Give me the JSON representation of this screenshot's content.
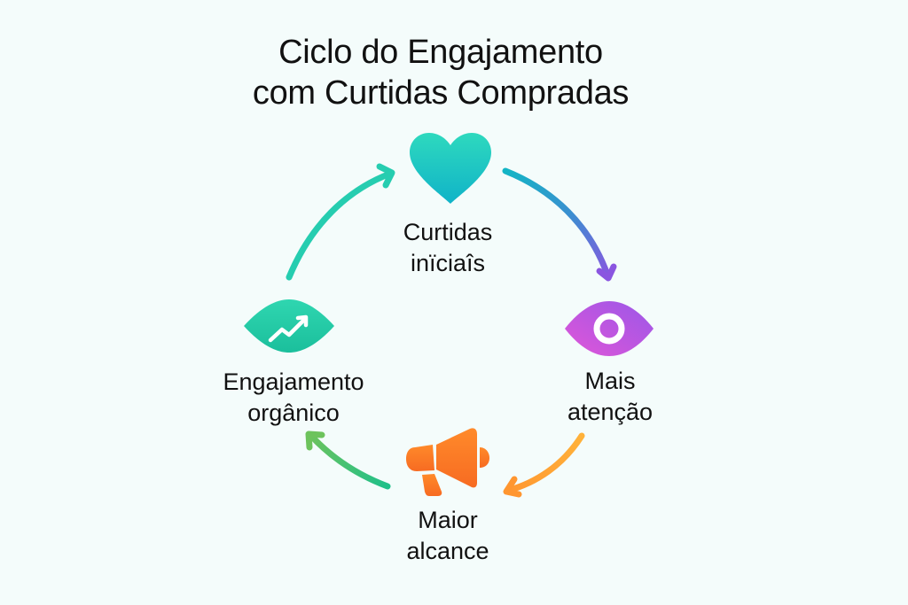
{
  "title": {
    "line1": "Ciclo do Engajamento",
    "line2": "com Curtidas Compradas"
  },
  "background_color": "#f4fcfb",
  "nodes": [
    {
      "id": "curtidas-iniciais",
      "icon": "heart-icon",
      "line1": "Curtidas",
      "line2": "inïciaîs",
      "color_start": "#2ed9be",
      "color_end": "#10b3c8"
    },
    {
      "id": "mais-atencao",
      "icon": "eye-icon",
      "line1": "Mais",
      "line2": "atenção",
      "color_start": "#e056d8",
      "color_end": "#9a57e8"
    },
    {
      "id": "maior-alcance",
      "icon": "megaphone-icon",
      "line1": "Maior",
      "line2": "alcance",
      "color_start": "#ff8a2a",
      "color_end": "#f76b22"
    },
    {
      "id": "engajamento-organico",
      "icon": "trending-up-icon",
      "line1": "Engajamento",
      "line2": "orgânico",
      "color_start": "#2fd6b0",
      "color_end": "#1bbf9c"
    }
  ],
  "arrows": [
    {
      "from": "engajamento-organico",
      "to": "curtidas-iniciais",
      "color_start": "#25cba6",
      "color_end": "#26d0b4"
    },
    {
      "from": "curtidas-iniciais",
      "to": "mais-atencao",
      "color_start": "#13b5c5",
      "color_end": "#8a55e0"
    },
    {
      "from": "mais-atencao",
      "to": "maior-alcance",
      "color_start": "#ffb23a",
      "color_end": "#ff9630"
    },
    {
      "from": "maior-alcance",
      "to": "engajamento-organico",
      "color_start": "#1fc08a",
      "color_end": "#6dc35c"
    }
  ]
}
